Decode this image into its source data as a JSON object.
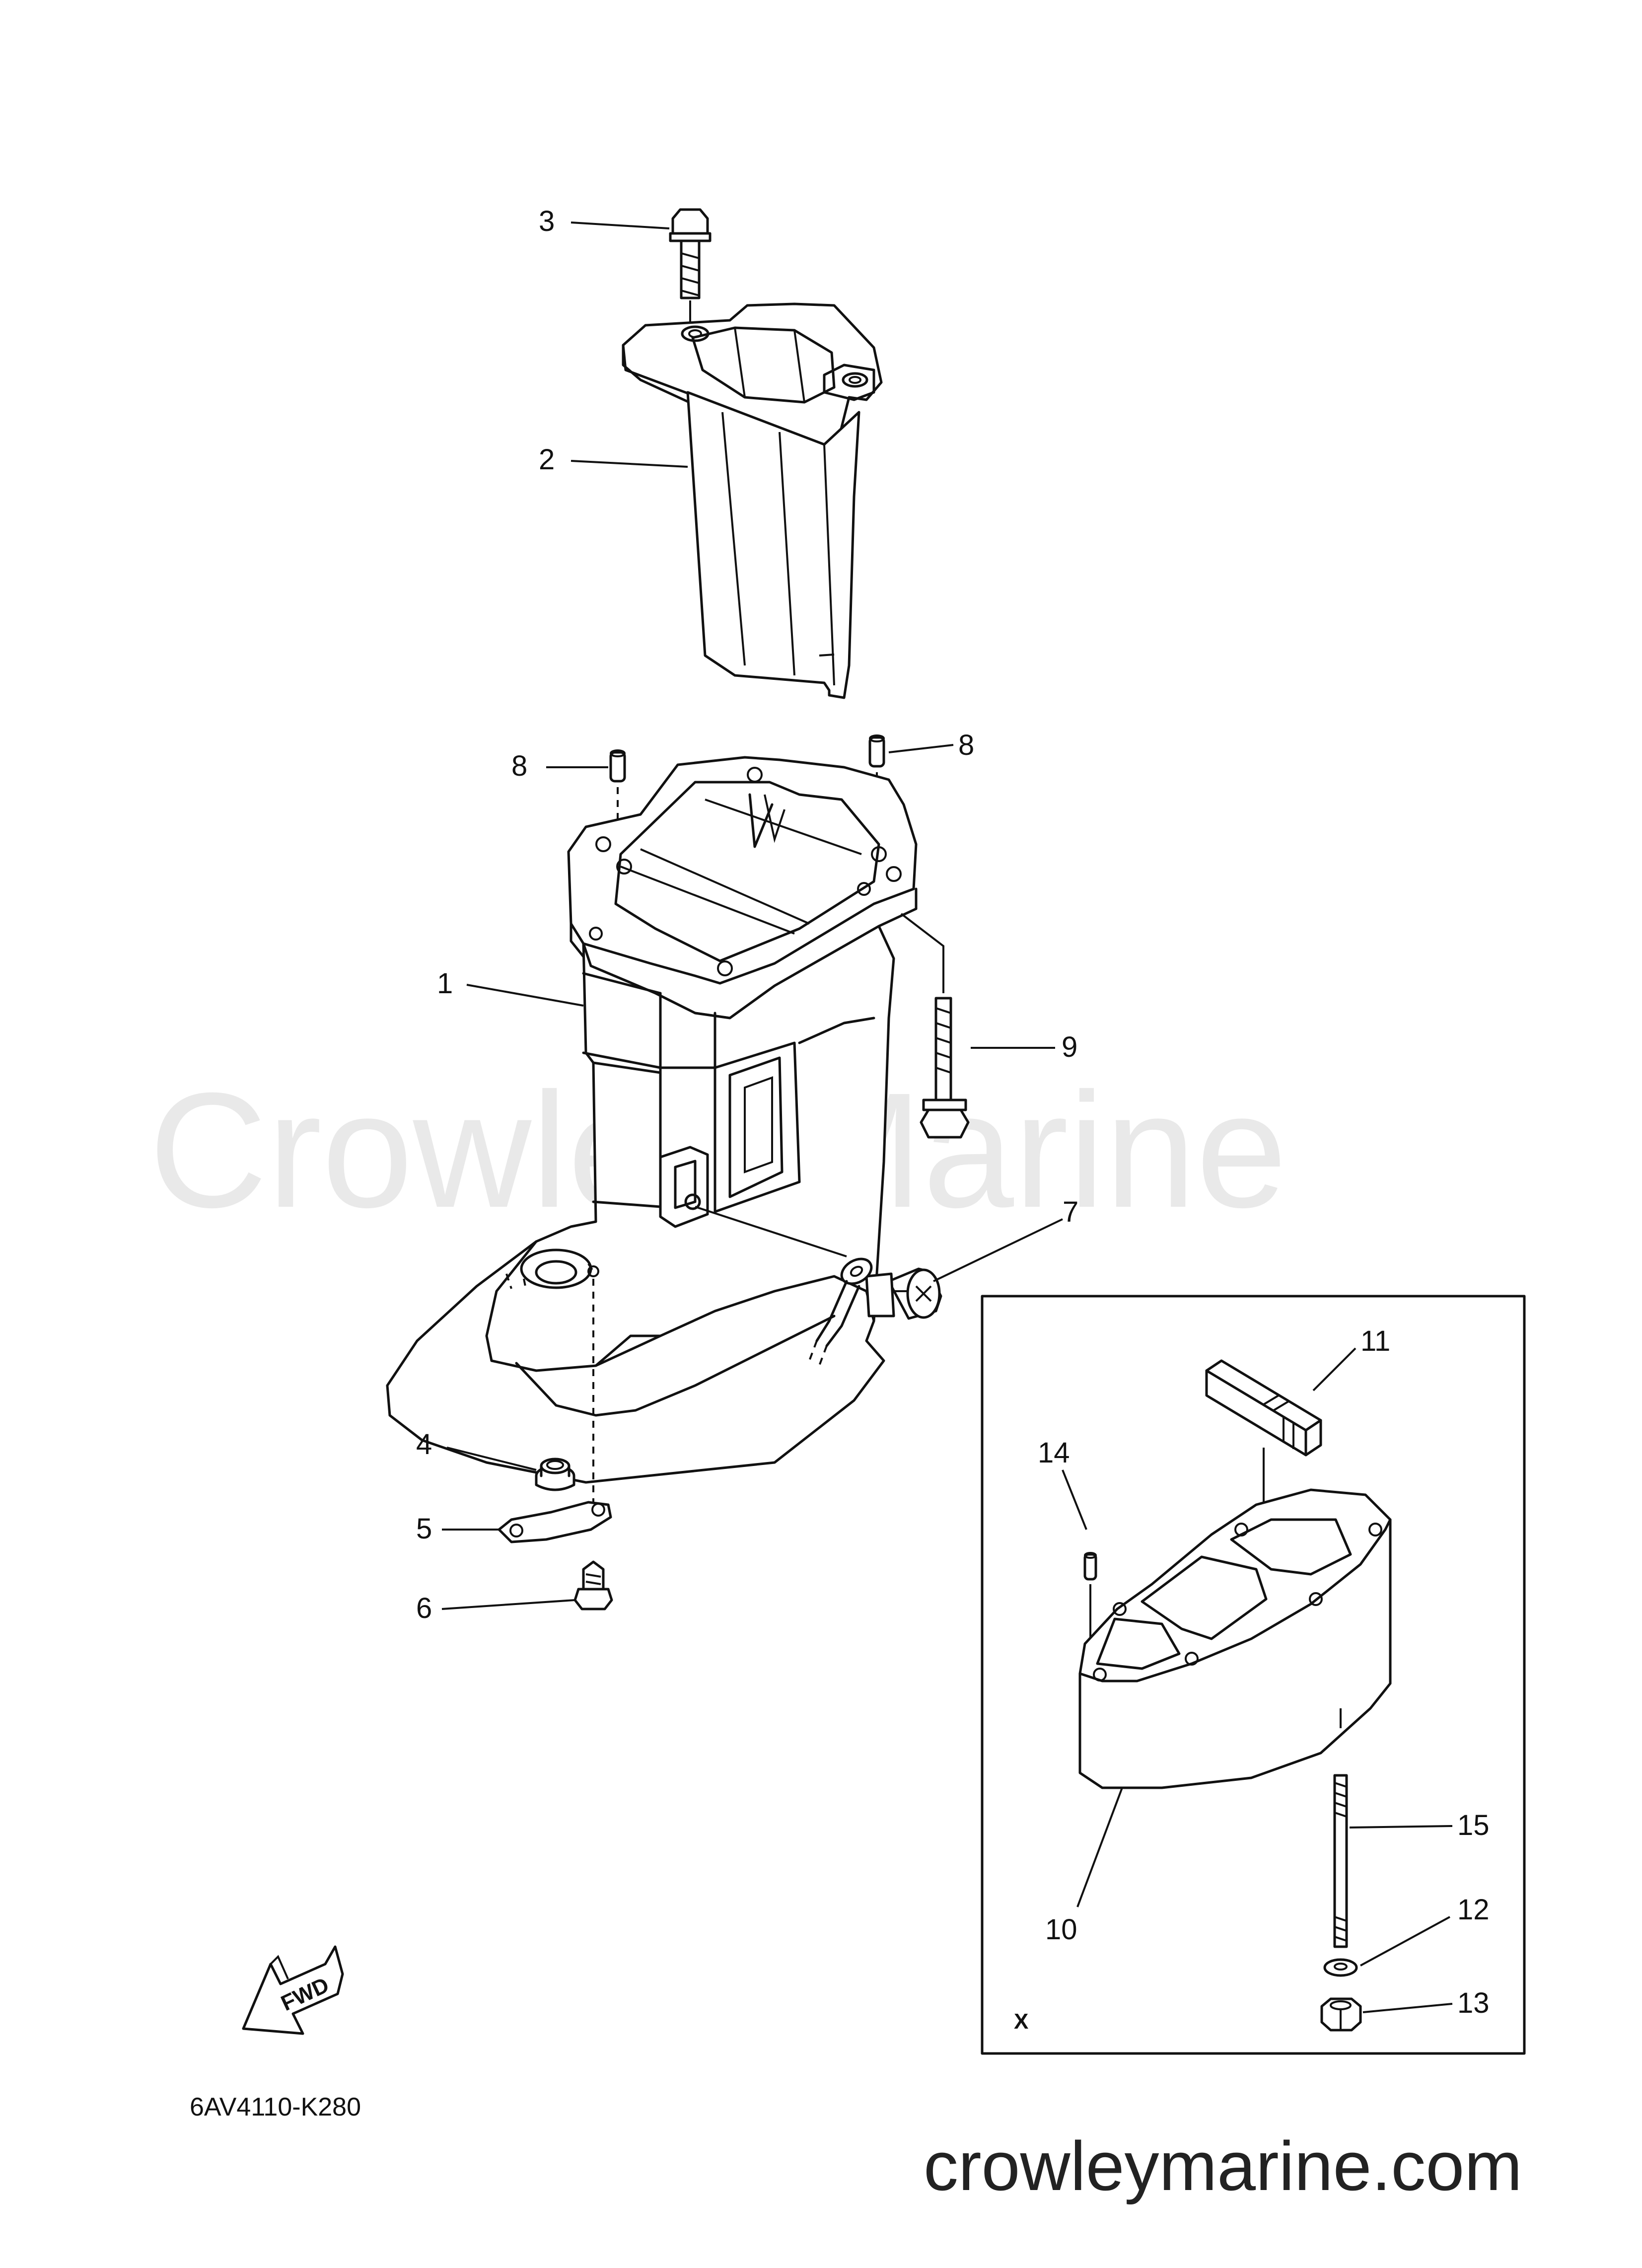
{
  "watermark": "Crowley Marine",
  "site_text": "crowleymarine.com",
  "diagram_code": "6AV4110-K280",
  "fwd_label": "FWD",
  "inset_label": "X",
  "callouts": {
    "c1": "1",
    "c2": "2",
    "c3": "3",
    "c4": "4",
    "c5": "5",
    "c6": "6",
    "c7": "7",
    "c8a": "8",
    "c8b": "8",
    "c9": "9",
    "c10": "10",
    "c11": "11",
    "c12": "12",
    "c13": "13",
    "c14": "14",
    "c15": "15"
  }
}
